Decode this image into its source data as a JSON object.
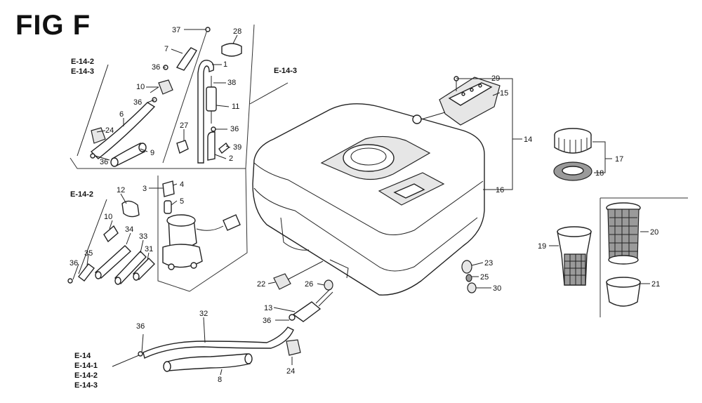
{
  "figure": {
    "title": "FIG F"
  },
  "references": {
    "top_left": [
      "E-14-2",
      "E-14-3"
    ],
    "middle_left": "E-14-2",
    "top_center": "E-14-3",
    "bottom_left": [
      "E-14",
      "E-14-1",
      "E-14-2",
      "E-14-3"
    ]
  },
  "part_numbers": [
    {
      "id": "p37",
      "label": "37"
    },
    {
      "id": "p28a",
      "label": "28"
    },
    {
      "id": "p7",
      "label": "7"
    },
    {
      "id": "p1",
      "label": "1"
    },
    {
      "id": "p36a",
      "label": "36"
    },
    {
      "id": "p38",
      "label": "38"
    },
    {
      "id": "p10a",
      "label": "10"
    },
    {
      "id": "p36b",
      "label": "36"
    },
    {
      "id": "p11",
      "label": "11"
    },
    {
      "id": "p6",
      "label": "6"
    },
    {
      "id": "p27",
      "label": "27"
    },
    {
      "id": "p36c",
      "label": "36"
    },
    {
      "id": "p24a",
      "label": "24"
    },
    {
      "id": "p39",
      "label": "39"
    },
    {
      "id": "p9",
      "label": "9"
    },
    {
      "id": "p2",
      "label": "2"
    },
    {
      "id": "p36d",
      "label": "36"
    },
    {
      "id": "p3",
      "label": "3"
    },
    {
      "id": "p4",
      "label": "4"
    },
    {
      "id": "p12",
      "label": "12"
    },
    {
      "id": "p5",
      "label": "5"
    },
    {
      "id": "p10b",
      "label": "10"
    },
    {
      "id": "p34",
      "label": "34"
    },
    {
      "id": "p33",
      "label": "33"
    },
    {
      "id": "p31",
      "label": "31"
    },
    {
      "id": "p35",
      "label": "35"
    },
    {
      "id": "p36e",
      "label": "36"
    },
    {
      "id": "p29",
      "label": "29"
    },
    {
      "id": "p15",
      "label": "15"
    },
    {
      "id": "p14",
      "label": "14"
    },
    {
      "id": "p17",
      "label": "17"
    },
    {
      "id": "p18",
      "label": "18"
    },
    {
      "id": "p16",
      "label": "16"
    },
    {
      "id": "p19",
      "label": "19"
    },
    {
      "id": "p20",
      "label": "20"
    },
    {
      "id": "p21",
      "label": "21"
    },
    {
      "id": "p23",
      "label": "23"
    },
    {
      "id": "p25",
      "label": "25"
    },
    {
      "id": "p30",
      "label": "30"
    },
    {
      "id": "p22",
      "label": "22"
    },
    {
      "id": "p26",
      "label": "26"
    },
    {
      "id": "p13",
      "label": "13"
    },
    {
      "id": "p36f",
      "label": "36"
    },
    {
      "id": "p32",
      "label": "32"
    },
    {
      "id": "p36g",
      "label": "36"
    },
    {
      "id": "p24b",
      "label": "24"
    },
    {
      "id": "p8",
      "label": "8"
    }
  ]
}
